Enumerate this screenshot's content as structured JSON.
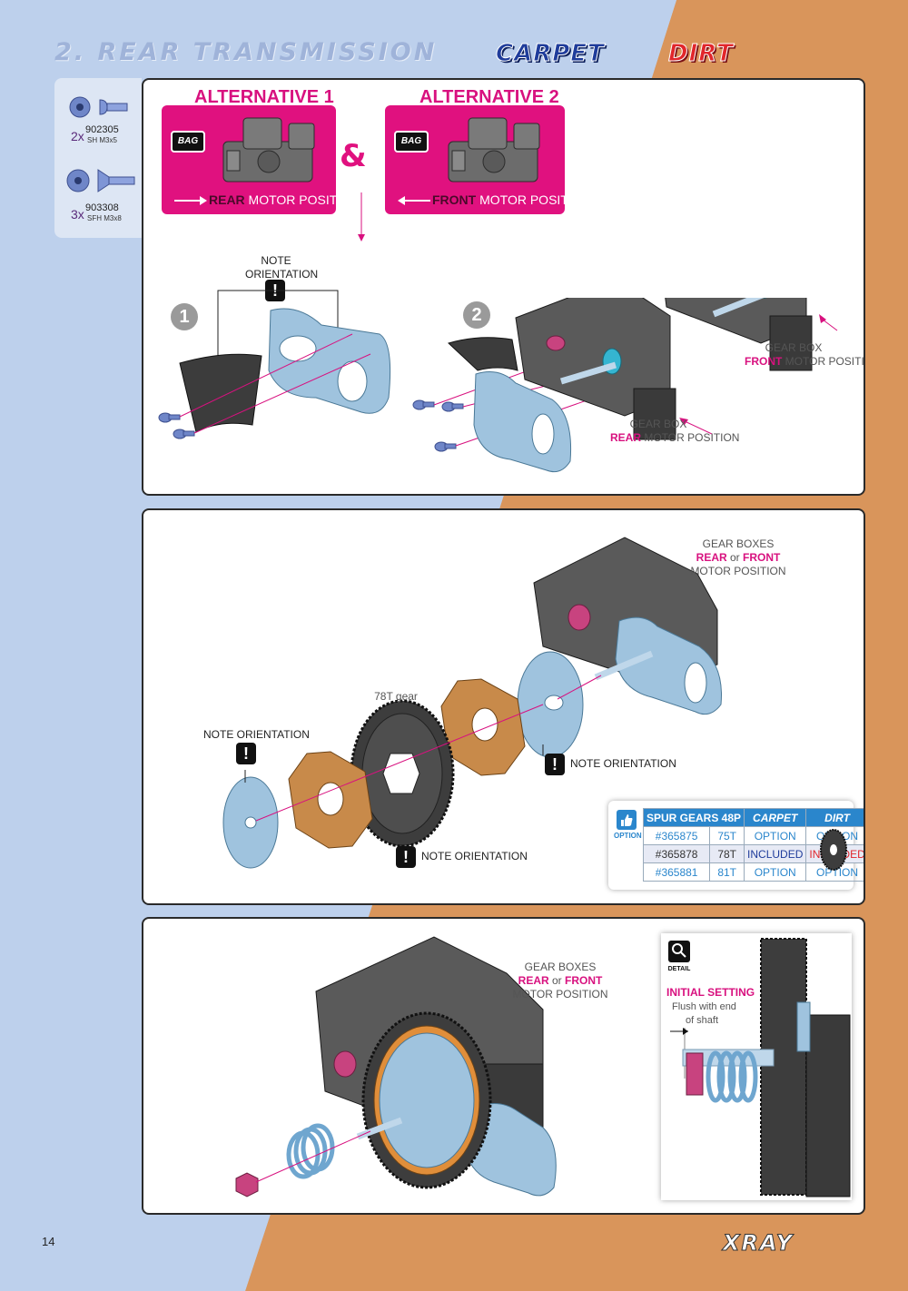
{
  "header": {
    "title": "2. REAR TRANSMISSION",
    "badge_carpet": "CARPET",
    "badge_dirt": "DIRT"
  },
  "parts": [
    {
      "qty": "2x",
      "code": "902305",
      "desc": "SH M3x5"
    },
    {
      "qty": "3x",
      "code": "903308",
      "desc": "SFH M3x8"
    }
  ],
  "step1": {
    "alt1_title": "ALTERNATIVE 1",
    "alt2_title": "ALTERNATIVE 2",
    "bag": "BAG",
    "amp": "&",
    "alt1_caption_bold": "REAR",
    "alt1_caption_rest": " MOTOR POSITION",
    "alt2_caption_bold": "FRONT",
    "alt2_caption_rest": " MOTOR POSITION",
    "note_line1": "NOTE",
    "note_line2": "ORIENTATION",
    "warn": "!",
    "num1": "1",
    "num2": "2",
    "gb_front_line1": "GEAR BOX",
    "gb_front_bold": "FRONT",
    "gb_front_rest": " MOTOR POSITION",
    "gb_rear_line1": "GEAR BOX",
    "gb_rear_bold": "REAR",
    "gb_rear_rest": " MOTOR POSITION"
  },
  "step2": {
    "gb_line1": "GEAR BOXES",
    "gb_rear": "REAR",
    "gb_or": " or ",
    "gb_front": "FRONT",
    "gb_line3": "MOTOR POSITION",
    "gear_label": "78T gear",
    "note1": "NOTE ORIENTATION",
    "note2": "NOTE ORIENTATION",
    "note3": "NOTE ORIENTATION",
    "option_label": "OPTION",
    "table": {
      "headers": [
        "SPUR GEARS 48P",
        "CARPET",
        "DIRT"
      ],
      "rows": [
        {
          "code": "#365875",
          "teeth": "75T",
          "carpet": "OPTION",
          "dirt": "OPTION"
        },
        {
          "code": "#365878",
          "teeth": "78T",
          "carpet": "INCLUDED",
          "dirt": "INCLUDED"
        },
        {
          "code": "#365881",
          "teeth": "81T",
          "carpet": "OPTION",
          "dirt": "OPTION"
        }
      ]
    }
  },
  "step3": {
    "gb_line1": "GEAR BOXES",
    "gb_rear": "REAR",
    "gb_or": " or ",
    "gb_front": "FRONT",
    "gb_line3": "MOTOR POSITION",
    "detail_label": "DETAIL",
    "initial_setting": "INITIAL SETTING",
    "flush_line1": "Flush with end",
    "flush_line2": "of shaft"
  },
  "footer": {
    "page_number": "14",
    "brand": "XRAY"
  },
  "colors": {
    "accent_pink": "#d8117f",
    "carpet_blue": "#1f3c9b",
    "dirt_red": "#e1262b",
    "bg_blue": "#bdd0ec",
    "bg_orange": "#d9955b"
  }
}
